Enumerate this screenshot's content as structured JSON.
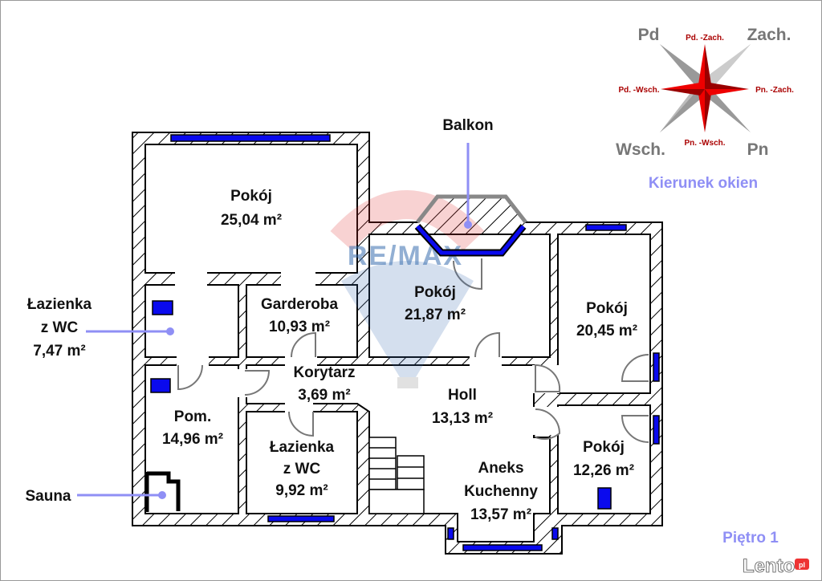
{
  "rooms": {
    "pokoj1": {
      "name": "Pokój",
      "area": "25,04 m²"
    },
    "garderoba": {
      "name": "Garderoba",
      "area": "10,93 m²"
    },
    "pokoj2": {
      "name": "Pokój",
      "area": "21,87 m²"
    },
    "pokoj3": {
      "name": "Pokój",
      "area": "20,45 m²"
    },
    "korytarz": {
      "name": "Korytarz",
      "area": "3,69 m²"
    },
    "holl": {
      "name": "Holl",
      "area": "13,13 m²"
    },
    "pom": {
      "name": "Pom.",
      "area": "14,96 m²"
    },
    "lazienka2": {
      "name1": "Łazienka",
      "name2": "z WC",
      "area": "9,92 m²"
    },
    "aneks": {
      "name1": "Aneks",
      "name2": "Kuchenny",
      "area": "13,57 m²"
    },
    "pokoj4": {
      "name": "Pokój",
      "area": "12,26 m²"
    }
  },
  "callouts": {
    "lazienka1": {
      "name1": "Łazienka",
      "name2": "z WC",
      "area": "7,47 m²"
    },
    "sauna": "Sauna",
    "balkon": "Balkon"
  },
  "compass": {
    "pd": "Pd",
    "zach": "Zach.",
    "wsch": "Wsch.",
    "pn": "Pn",
    "pd_zach": "Pd. -Zach.",
    "pd_wsch": "Pd. -Wsch.",
    "pn_zach": "Pn. -Zach.",
    "pn_wsch": "Pn. -Wsch.",
    "caption": "Kierunek okien"
  },
  "floor": "Piętro 1",
  "watermark": "RE/MAX",
  "brand": {
    "name": "Lento",
    "suffix": "pl"
  },
  "colors": {
    "window": "#0a0aee",
    "callout": "#8f8ff5",
    "compass_red": "#e00000"
  }
}
